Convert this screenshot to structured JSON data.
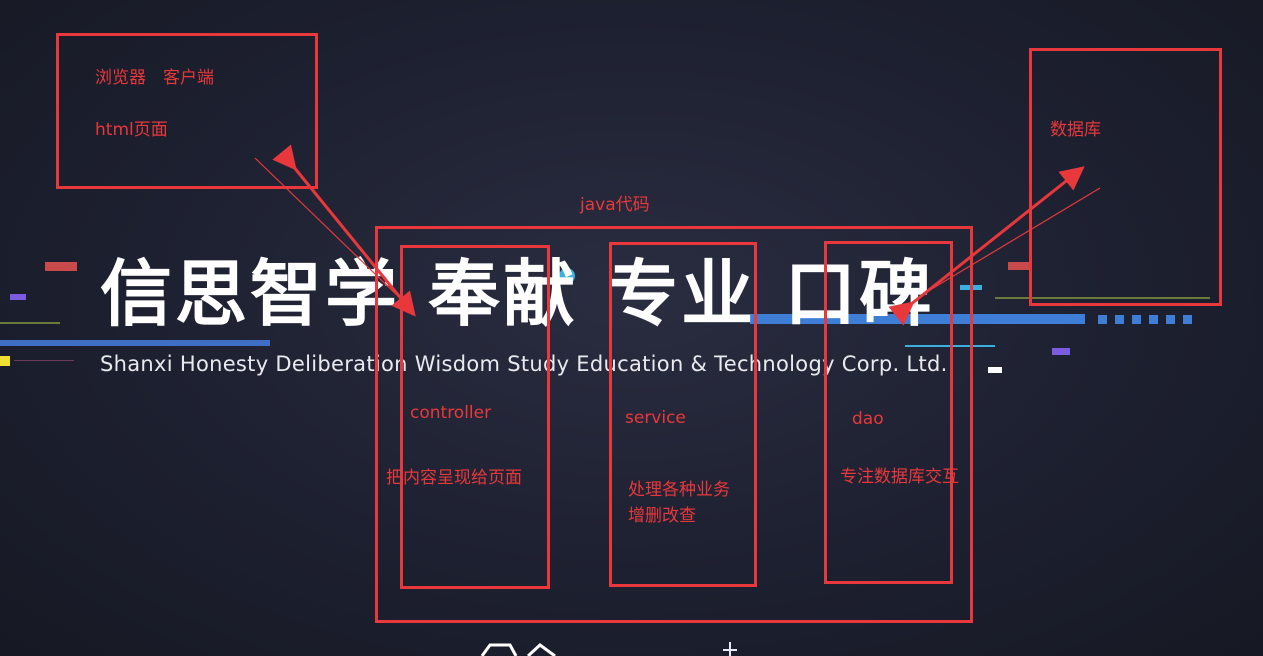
{
  "background": {
    "slogan": "信思智学 奉献 专业 口碑",
    "subtitle": "Shanxi Honesty Deliberation Wisdom Study Education & Technology Corp. Ltd."
  },
  "colors": {
    "accent": "#e8383b",
    "background": "#1d2030",
    "text": "#ffffff"
  },
  "browser": {
    "line1": "浏览器　客户端",
    "line2": "html页面"
  },
  "database": {
    "label": "数据库"
  },
  "java": {
    "label": "java代码"
  },
  "layers": {
    "controller": {
      "title": "controller",
      "desc": "把内容呈现给页面"
    },
    "service": {
      "title": "service",
      "desc1": "处理各种业务",
      "desc2": "增删改查"
    },
    "dao": {
      "title": "dao",
      "desc": "专注数据库交互"
    }
  }
}
